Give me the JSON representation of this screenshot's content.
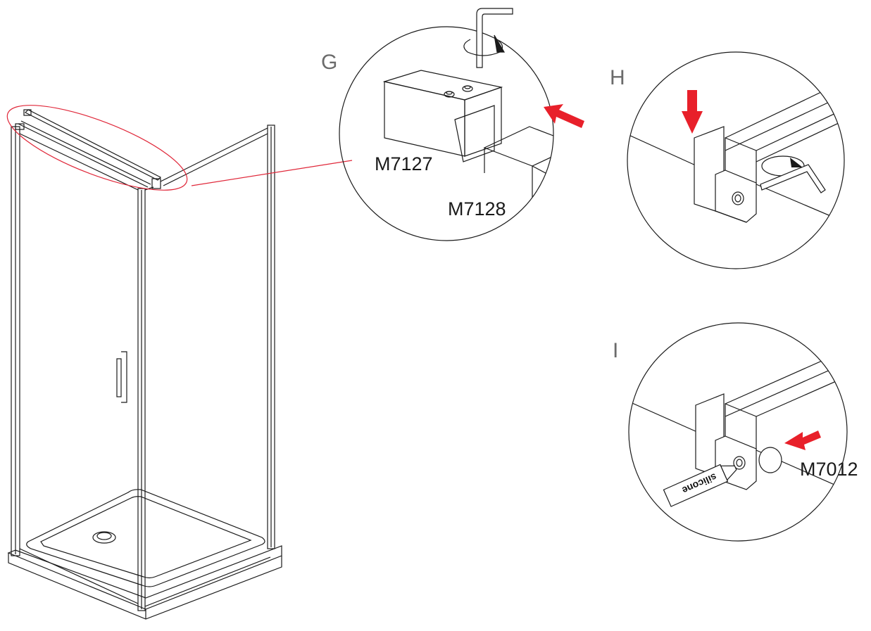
{
  "steps": {
    "g": {
      "label": "G",
      "parts": [
        "M7127",
        "M7128"
      ]
    },
    "h": {
      "label": "H"
    },
    "i": {
      "label": "I",
      "parts": [
        "M7012"
      ],
      "tube_text": "silicone"
    }
  },
  "colors": {
    "line": "#1a1a1a",
    "highlight": "#e0283a",
    "arrow": "#e8202a",
    "label": "#6b6b6b"
  },
  "icons": {
    "hex_key": "allen-key-icon",
    "rotate": "rotate-arrow-icon",
    "push": "push-arrow-icon"
  }
}
